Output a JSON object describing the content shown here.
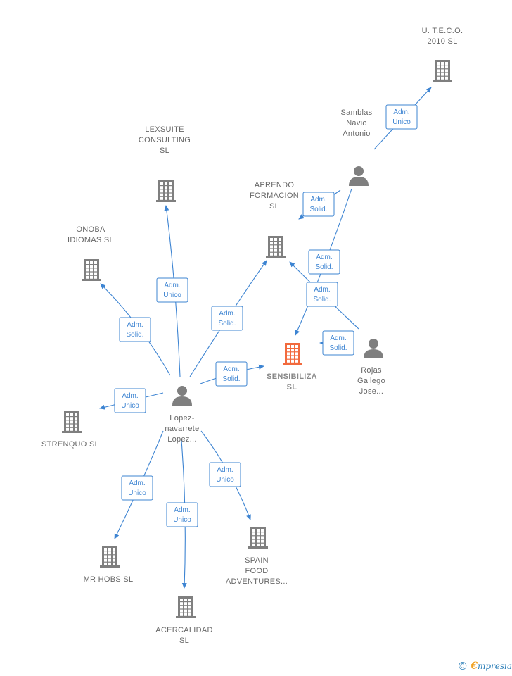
{
  "colors": {
    "company": "#7f7f7f",
    "focus_company": "#f26a3d",
    "person": "#7f7f7f",
    "edge": "#3d84d2",
    "label": "#666666"
  },
  "nodes": [
    {
      "id": "uteco",
      "type": "company",
      "lines": [
        "U. T.E.C.O.",
        "2010 SL"
      ]
    },
    {
      "id": "samblas",
      "type": "person",
      "lines": [
        "Samblas",
        "Navio",
        "Antonio"
      ]
    },
    {
      "id": "lexsuite",
      "type": "company",
      "lines": [
        "LEXSUITE",
        "CONSULTING",
        "SL"
      ]
    },
    {
      "id": "aprendo",
      "type": "company",
      "lines": [
        "APRENDO",
        "FORMACION",
        "SL"
      ]
    },
    {
      "id": "onoba",
      "type": "company",
      "lines": [
        "ONOBA",
        "IDIOMAS  SL"
      ]
    },
    {
      "id": "sensibiliza",
      "type": "company",
      "focus": true,
      "lines": [
        "SENSIBILIZA",
        "SL"
      ]
    },
    {
      "id": "rojas",
      "type": "person",
      "lines": [
        "Rojas",
        "Gallego",
        "Jose..."
      ]
    },
    {
      "id": "lopez",
      "type": "person",
      "lines": [
        "Lopez-",
        "navarrete",
        "Lopez..."
      ]
    },
    {
      "id": "strenquo",
      "type": "company",
      "lines": [
        "STRENQUO  SL"
      ]
    },
    {
      "id": "mrhobs",
      "type": "company",
      "lines": [
        "MR HOBS  SL"
      ]
    },
    {
      "id": "acercalidad",
      "type": "company",
      "lines": [
        "ACERCALIDAD",
        "SL"
      ]
    },
    {
      "id": "spainfood",
      "type": "company",
      "lines": [
        "SPAIN",
        "FOOD",
        "ADVENTURES..."
      ]
    }
  ],
  "edges": [
    {
      "id": "samblas-uteco",
      "lines": [
        "Adm.",
        "Unico"
      ]
    },
    {
      "id": "samblas-aprendo",
      "lines": [
        "Adm.",
        "Solid."
      ]
    },
    {
      "id": "samblas-sensibiliza",
      "lines": [
        "Adm.",
        "Solid."
      ]
    },
    {
      "id": "rojas-aprendo",
      "lines": [
        "Adm.",
        "Solid."
      ]
    },
    {
      "id": "rojas-sensibiliza",
      "lines": [
        "Adm.",
        "Solid."
      ]
    },
    {
      "id": "lopez-lexsuite",
      "lines": [
        "Adm.",
        "Unico"
      ]
    },
    {
      "id": "lopez-onoba",
      "lines": [
        "Adm.",
        "Solid."
      ]
    },
    {
      "id": "lopez-aprendo",
      "lines": [
        "Adm.",
        "Solid."
      ]
    },
    {
      "id": "lopez-sensibiliza",
      "lines": [
        "Adm.",
        "Solid."
      ]
    },
    {
      "id": "lopez-strenquo",
      "lines": [
        "Adm.",
        "Unico"
      ]
    },
    {
      "id": "lopez-mrhobs",
      "lines": [
        "Adm.",
        "Unico"
      ]
    },
    {
      "id": "lopez-acercalidad",
      "lines": [
        "Adm.",
        "Unico"
      ]
    },
    {
      "id": "lopez-spainfood",
      "lines": [
        "Adm.",
        "Unico"
      ]
    }
  ],
  "footer": {
    "copyright": "©",
    "brand_initial": "€",
    "brand_rest": "mpresia"
  }
}
